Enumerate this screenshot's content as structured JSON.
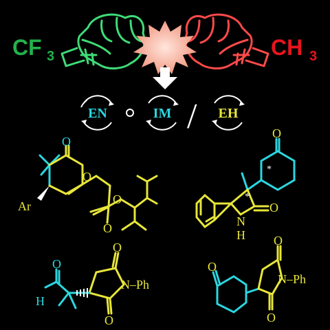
{
  "header": {
    "left_group": {
      "main": "CF",
      "sub": "3"
    },
    "right_group": {
      "main": "CH",
      "sub": "3"
    }
  },
  "modes": {
    "en": "EN",
    "im": "IM",
    "eh": "EH",
    "separator": "/"
  },
  "molecule_labels": {
    "ar": "Ar",
    "nh_n": "N",
    "nh_h": "H",
    "n_ph_1": "N–Ph",
    "h_ald": "H",
    "n_ph_2": "N–Ph",
    "stereo_star_1": "*",
    "stereo_star_2": "*"
  },
  "colors": {
    "cf3_green": "#22b24c",
    "ch3_red": "#e8141c",
    "cyan": "#2ad7e0",
    "yellow": "#e8e63a",
    "white": "#ffffff",
    "fist_green": "#3fdc78",
    "fist_red": "#ff4a4a",
    "burst": "#f6a690"
  }
}
